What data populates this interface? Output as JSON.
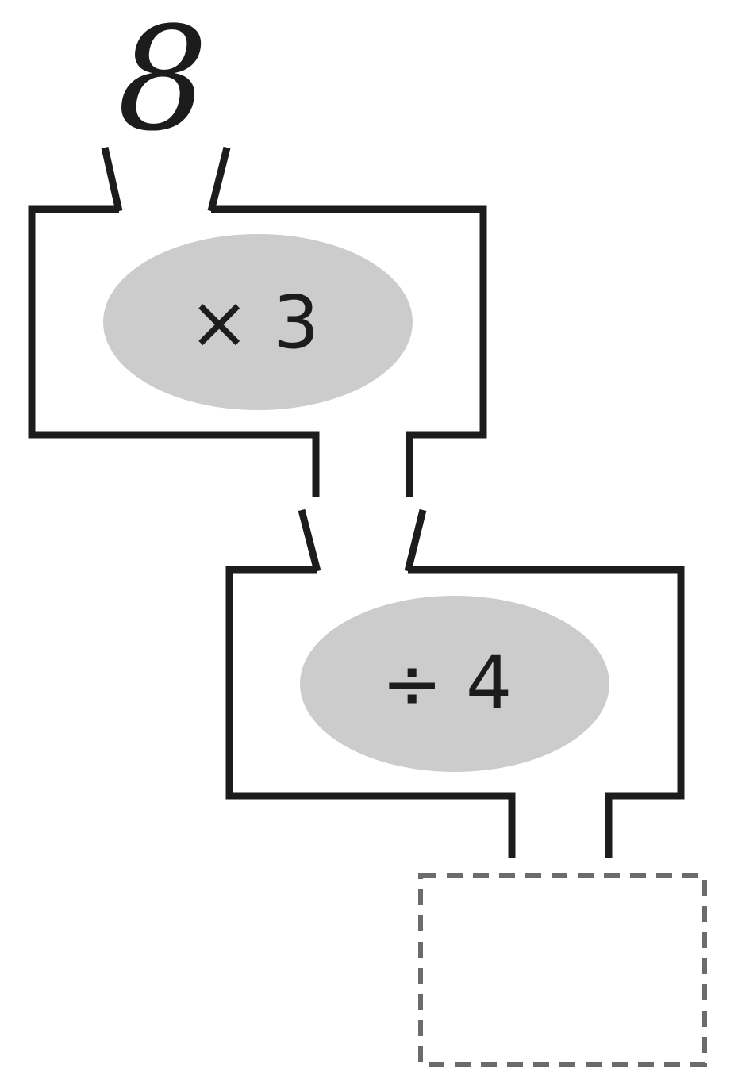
{
  "input_value": "8",
  "machines": [
    {
      "operation": "× 3"
    },
    {
      "operation": "÷ 4"
    }
  ],
  "output_value": "",
  "colors": {
    "stroke": "#1c1c1c",
    "oval_fill": "#cccccc",
    "output_box_dash": "#6b6b6b"
  }
}
